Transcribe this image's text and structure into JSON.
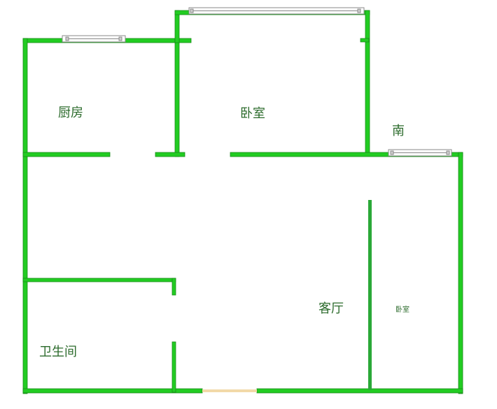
{
  "rooms": {
    "kitchen": "厨房",
    "bedroom_north": "卧室",
    "living_room": "客厅",
    "bedroom_small": "卧室",
    "bathroom": "卫生间"
  },
  "compass": {
    "south": "南"
  },
  "colors": {
    "wall_fill": "#22cc22",
    "wall_stroke": "#1a8a1a",
    "partition": "#2aa838",
    "window_frame": "#888888",
    "door_sill": "#f2d9a8",
    "label": "#2c6b2c"
  }
}
